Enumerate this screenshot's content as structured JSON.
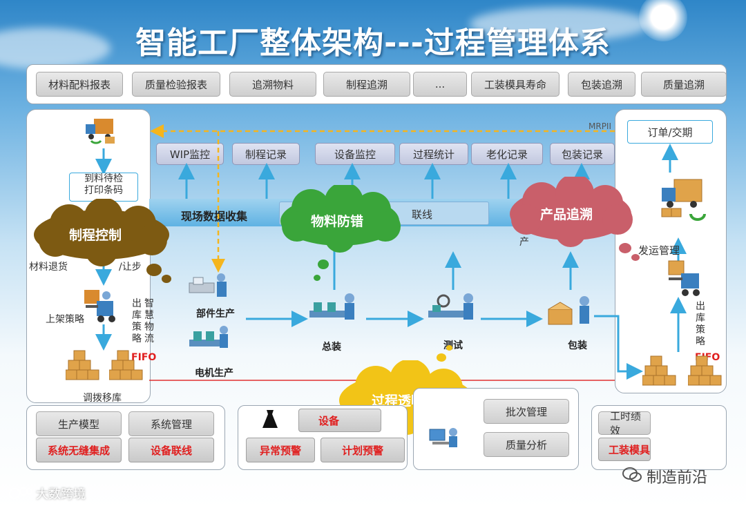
{
  "title": "智能工厂整体架构---过程管理体系",
  "top_reports": [
    "材料配料报表",
    "质量检验报表",
    "追溯物料",
    "制程追溯",
    "...",
    "工装模具寿命",
    "包装追溯",
    "质量追溯"
  ],
  "monitor_buttons": [
    "WIP监控",
    "制程记录",
    "设备监控",
    "过程统计",
    "老化记录",
    "包装记录"
  ],
  "mrpii_label": "MRPII",
  "order_label": "订单/交期",
  "data_collection_label": "现场数据收集",
  "bar_partial_text": "联线",
  "left_panel": {
    "arrival_label": "到料待检\n打印条码",
    "return_label": "材料退货",
    "shelf_label": "上架策略",
    "out_vertical_1": "出库策略",
    "out_vertical_2": "智慧物流",
    "fifo": "FIFO",
    "transfer_label": "调拨移库",
    "partial_label": "/让步"
  },
  "process_nodes": {
    "component": "部件生产",
    "motor": "电机生产",
    "assembly": "总装",
    "test": "测试",
    "packaging": "包装"
  },
  "right_panel": {
    "shipping_label": "发运管理",
    "out_vertical": "出库策略",
    "fifo": "FIFO",
    "partial_label": "产"
  },
  "clouds": {
    "process_control": "制程控制",
    "anti_error": "物料防错",
    "traceability": "产品追溯",
    "transparency": "过程透明"
  },
  "bottom_left": {
    "buttons": [
      "生产模型",
      "系统管理"
    ],
    "red_buttons": [
      "系统无缝集成",
      "设备联线"
    ]
  },
  "bottom_mid": {
    "device_label": "设备",
    "red_buttons": [
      "异常预警",
      "计划预警"
    ]
  },
  "bottom_mid2": {
    "buttons": [
      "批次管理",
      "质量分析"
    ]
  },
  "bottom_right": {
    "button": "工时绩效",
    "red_button": "工装模具"
  },
  "watermark_right": "制造前沿",
  "watermark_left": "大数跨境",
  "colors": {
    "arrow_blue": "#39a9dd",
    "dashed_yellow": "#f5b51d",
    "cloud_brown": "#7d5a12",
    "cloud_green": "#3aa53a",
    "cloud_pink": "#c95f6a",
    "cloud_yellow": "#f2c417",
    "red_text": "#e02020"
  }
}
